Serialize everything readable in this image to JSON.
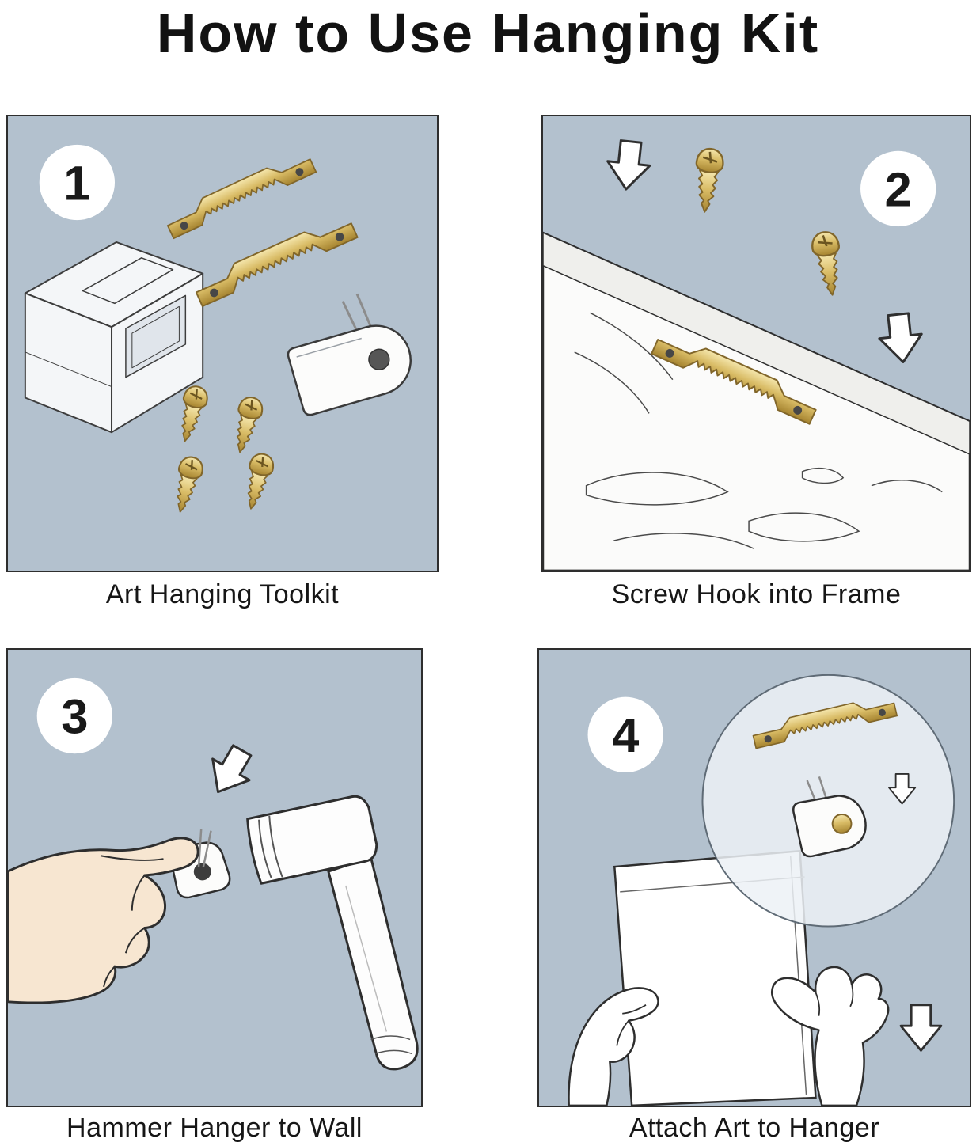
{
  "title": "How to Use Hanging  Kit",
  "panels": [
    {
      "number": "1",
      "caption": "Art Hanging Toolkit"
    },
    {
      "number": "2",
      "caption": "Screw Hook into Frame"
    },
    {
      "number": "3",
      "caption": "Hammer Hanger to Wall"
    },
    {
      "number": "4",
      "caption": "Attach Art to Hanger"
    }
  ],
  "colors": {
    "panel_background": "#b3c1ce",
    "hardware_gold": "#d9bc66",
    "hardware_gold_dark": "#a5832f",
    "line_art": "#2e2e2e",
    "skin_tone": "#f7e6d1",
    "paper_white": "#fcfcfb"
  }
}
